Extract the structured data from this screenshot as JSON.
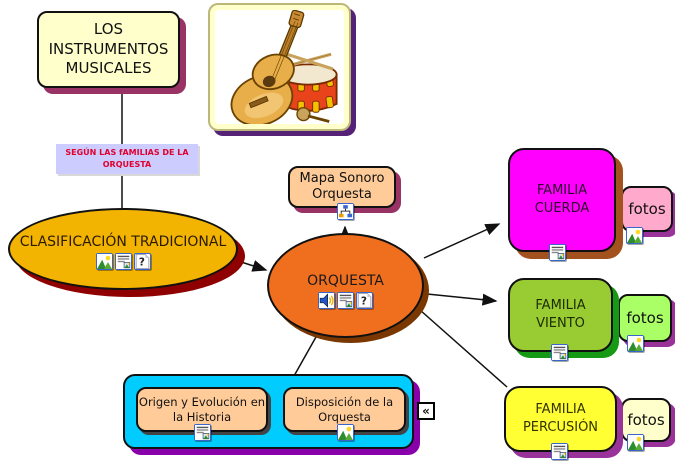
{
  "nodes": {
    "title": {
      "label": "LOS INSTRUMENTOS MUSICALES"
    },
    "segun_link": {
      "label": "SEGÚN LAS fAMILIAS DE LA ORQUESTA"
    },
    "clasificacion": {
      "label": "CLASIFICACIÓN TRADICIONAL"
    },
    "orquesta": {
      "label": "ORQUESTA"
    },
    "mapa_sonoro": {
      "label": "Mapa Sonoro Orquesta"
    },
    "familia_cuerda": {
      "label": "FAMILIA CUERDA",
      "fotos": "fotos"
    },
    "familia_viento": {
      "label": "FAMILIA VIENTO",
      "fotos": "fotos"
    },
    "familia_percusion": {
      "label": "FAMILIA PERCUSIÓN",
      "fotos": "fotos"
    },
    "origen_evolucion": {
      "label": "Origen y Evolución en la Historia"
    },
    "disposicion": {
      "label": "Disposición de la Orquesta"
    }
  },
  "icons": {
    "collapse_glyph": "«",
    "picture": "picture-icon",
    "document": "document-with-image-icon",
    "question": "question-page-icon",
    "audio": "speaker-icon",
    "sitemap": "concept-map-icon"
  },
  "colors": {
    "title_fill": "#FFFFCC",
    "title_shadow": "#993366",
    "clasificacion_fill": "#F2B400",
    "clasificacion_shadow": "#8F0000",
    "orquesta_fill": "#F06F1F",
    "orquesta_shadow": "#7A3800",
    "mapa_fill": "#FFCC99",
    "cuerda_fill": "#FF00FF",
    "cuerda_shadow": "#A3521F",
    "cuerda_fotos_fill": "#FFAACC",
    "viento_fill": "#99CC33",
    "viento_shadow": "#169A16",
    "viento_fotos_fill": "#AAFF66",
    "percusion_fill": "#FFFF33",
    "percusion_fotos_fill": "#FFFFCC",
    "purple_shadow": "#993399",
    "container_fill": "#00CCFF",
    "container_shadow": "#8800AA",
    "inner_box_fill": "#FFCC99",
    "link_label_bg": "#CCCCFF",
    "link_label_text": "#E00030",
    "connector": "#111111"
  }
}
